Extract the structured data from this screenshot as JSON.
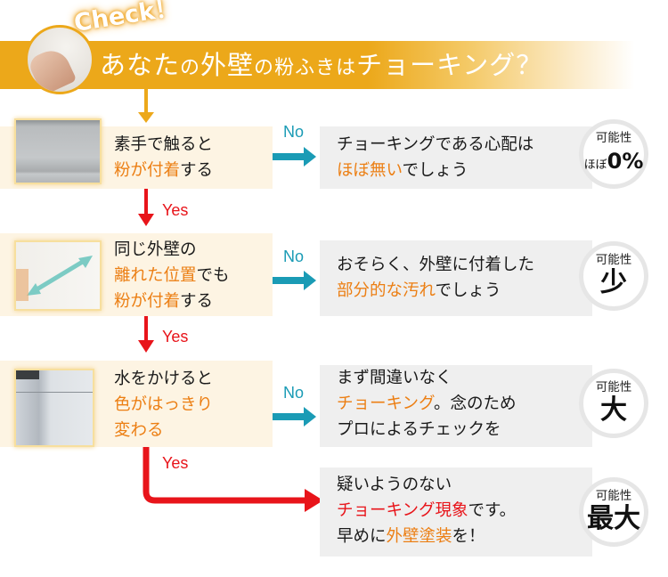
{
  "header": {
    "check_label": "Check！",
    "title_parts": [
      "あなた",
      "の",
      "外壁",
      "の",
      "粉ふきは",
      "チョーキング？"
    ]
  },
  "colors": {
    "banner": "#eca81a",
    "yes_arrow": "#e8141a",
    "no_arrow": "#1a9bb5",
    "highlight_orange": "#ec7f14",
    "highlight_red": "#e8141a",
    "question_bg": "#fdf4e3",
    "answer_bg": "#efefef"
  },
  "labels": {
    "yes": "Yes",
    "no": "No"
  },
  "steps": [
    {
      "question": [
        {
          "text": "素手で触ると",
          "hl": false
        },
        {
          "text": "粉が付着",
          "hl": true
        },
        {
          "text": "する",
          "hl": false
        }
      ],
      "answer": [
        {
          "text": "チョーキングである心配は",
          "hl": null
        },
        {
          "text": "ほぼ無い",
          "hl": "orange"
        },
        {
          "text": "でしょう",
          "hl": null
        }
      ],
      "badge": {
        "label": "可能性",
        "prefix": "ほぼ",
        "value": "0%"
      }
    },
    {
      "question": [
        {
          "text": "同じ外壁の",
          "hl": false
        },
        {
          "text": "離れた位置",
          "hl": true
        },
        {
          "text": "でも",
          "hl": false
        },
        {
          "text": "粉が付着",
          "hl": true
        },
        {
          "text": "する",
          "hl": false
        }
      ],
      "answer": [
        {
          "text": "おそらく、外壁に付着した",
          "hl": null
        },
        {
          "text": "部分的な汚れ",
          "hl": "orange"
        },
        {
          "text": "でしょう",
          "hl": null
        }
      ],
      "badge": {
        "label": "可能性",
        "value": "少"
      }
    },
    {
      "question": [
        {
          "text": "水をかけると",
          "hl": false
        },
        {
          "text": "色がはっきり",
          "hl": true
        },
        {
          "text": "変わる",
          "hl": true
        }
      ],
      "answer": [
        {
          "text": "まず間違いなく",
          "hl": null
        },
        {
          "text": "チョーキング",
          "hl": "orange"
        },
        {
          "text": "。念のため",
          "hl": null
        },
        {
          "text": "プロによるチェックを",
          "hl": null
        }
      ],
      "badge": {
        "label": "可能性",
        "value": "大"
      }
    },
    {
      "answer": [
        {
          "text": "疑いようのない",
          "hl": null
        },
        {
          "text": "チョーキング現象",
          "hl": "red"
        },
        {
          "text": "です。",
          "hl": null
        },
        {
          "text": "早めに",
          "hl": null
        },
        {
          "text": "外壁塗装",
          "hl": "orange"
        },
        {
          "text": "を！",
          "hl": null
        }
      ],
      "badge": {
        "label": "可能性",
        "value": "最大"
      }
    }
  ]
}
